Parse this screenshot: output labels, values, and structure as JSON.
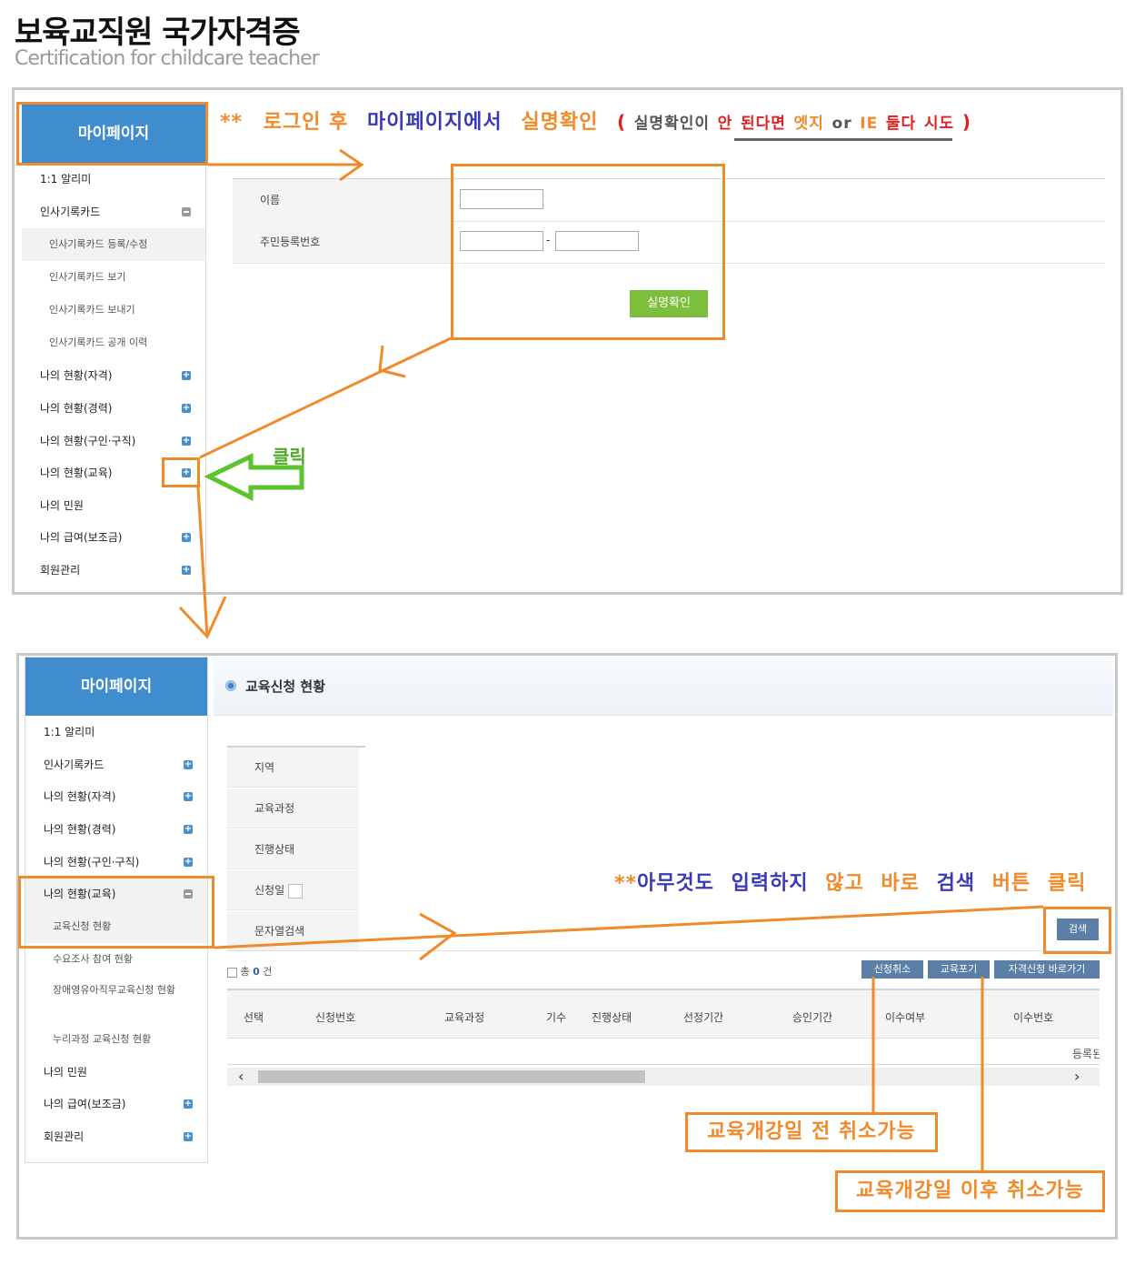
{
  "header": {
    "title": "보육교직원 국가자격증",
    "subtitle": "Certification for childcare teacher"
  },
  "top": {
    "sidebar_title": "마이페이지",
    "sidebar_items": [
      {
        "label": "1:1 알리미"
      },
      {
        "label": "인사기록카드"
      },
      {
        "label": "인사기록카드 등록/수정"
      },
      {
        "label": "인사기록카드 보기"
      },
      {
        "label": "인사기록카드 보내기"
      },
      {
        "label": "인사기록카드 공개 이력"
      },
      {
        "label": "나의 현황(자격)"
      },
      {
        "label": "나의 현황(경력)"
      },
      {
        "label": "나의 현황(구인·구직)"
      },
      {
        "label": "나의 현황(교육)"
      },
      {
        "label": "나의 민원"
      },
      {
        "label": "나의 급여(보조금)"
      },
      {
        "label": "회원관리"
      }
    ],
    "note": {
      "stars": "**",
      "login_after": "로그인 후",
      "mypage": "마이페이지에서",
      "verify": "실명확인",
      "open": "(",
      "paren_text": "실명확인이",
      "not": "안",
      "works": "된다면",
      "edge": "엣지",
      "or": "or",
      "ie": "IE",
      "both": "둘다",
      "try": "시도",
      "close": ")"
    },
    "form": {
      "name_label": "이름",
      "rrn_label": "주민등록번호",
      "dash": "-",
      "verify_button": "실명확인"
    },
    "click_label": "클릭"
  },
  "bottom": {
    "sidebar_title": "마이페이지",
    "sidebar_items": [
      {
        "label": "1:1 알리미"
      },
      {
        "label": "인사기록카드"
      },
      {
        "label": "나의 현황(자격)"
      },
      {
        "label": "나의 현황(경력)"
      },
      {
        "label": "나의 현황(구인·구직)"
      },
      {
        "label": "나의 현황(교육)"
      },
      {
        "label": "교육신청 현황"
      },
      {
        "label": "수요조사 참여 현황"
      },
      {
        "label": "장애영유아직무교육신청 현황"
      },
      {
        "label": "누리과정 교육신청 현황"
      },
      {
        "label": "나의 민원"
      },
      {
        "label": "나의 급여(보조금)"
      },
      {
        "label": "회원관리"
      }
    ],
    "page_title": "교육신청 현황",
    "filters": [
      "지역",
      "교육과정",
      "진행상태",
      "신청일",
      "문자열검색"
    ],
    "note": {
      "stars": "**",
      "nothing": "아무것도",
      "enter": "입력하지",
      "without": "않고",
      "right_away": "바로",
      "search": "검색",
      "button": "버튼",
      "click": "클릭"
    },
    "search_button": "검색",
    "total": {
      "prefix": "총",
      "count": "0",
      "suffix": "건"
    },
    "buttons": {
      "cancel": "신청취소",
      "giveup": "교육포기",
      "cert": "자격신청 바로가기"
    },
    "table_headers": [
      "선택",
      "신청번호",
      "교육과정",
      "기수",
      "진행상태",
      "선정기간",
      "승인기간",
      "이수여부",
      "이수번호"
    ],
    "table_note": "등록된",
    "callout_before": "교육개강일 전 취소가능",
    "callout_after": "교육개강일 이후 취소가능"
  },
  "colors": {
    "accent_orange": "#f08a2a",
    "sidebar_blue": "#3f8ccf",
    "green_button": "#7bbf3a",
    "arrow_green": "#5cc42e"
  }
}
